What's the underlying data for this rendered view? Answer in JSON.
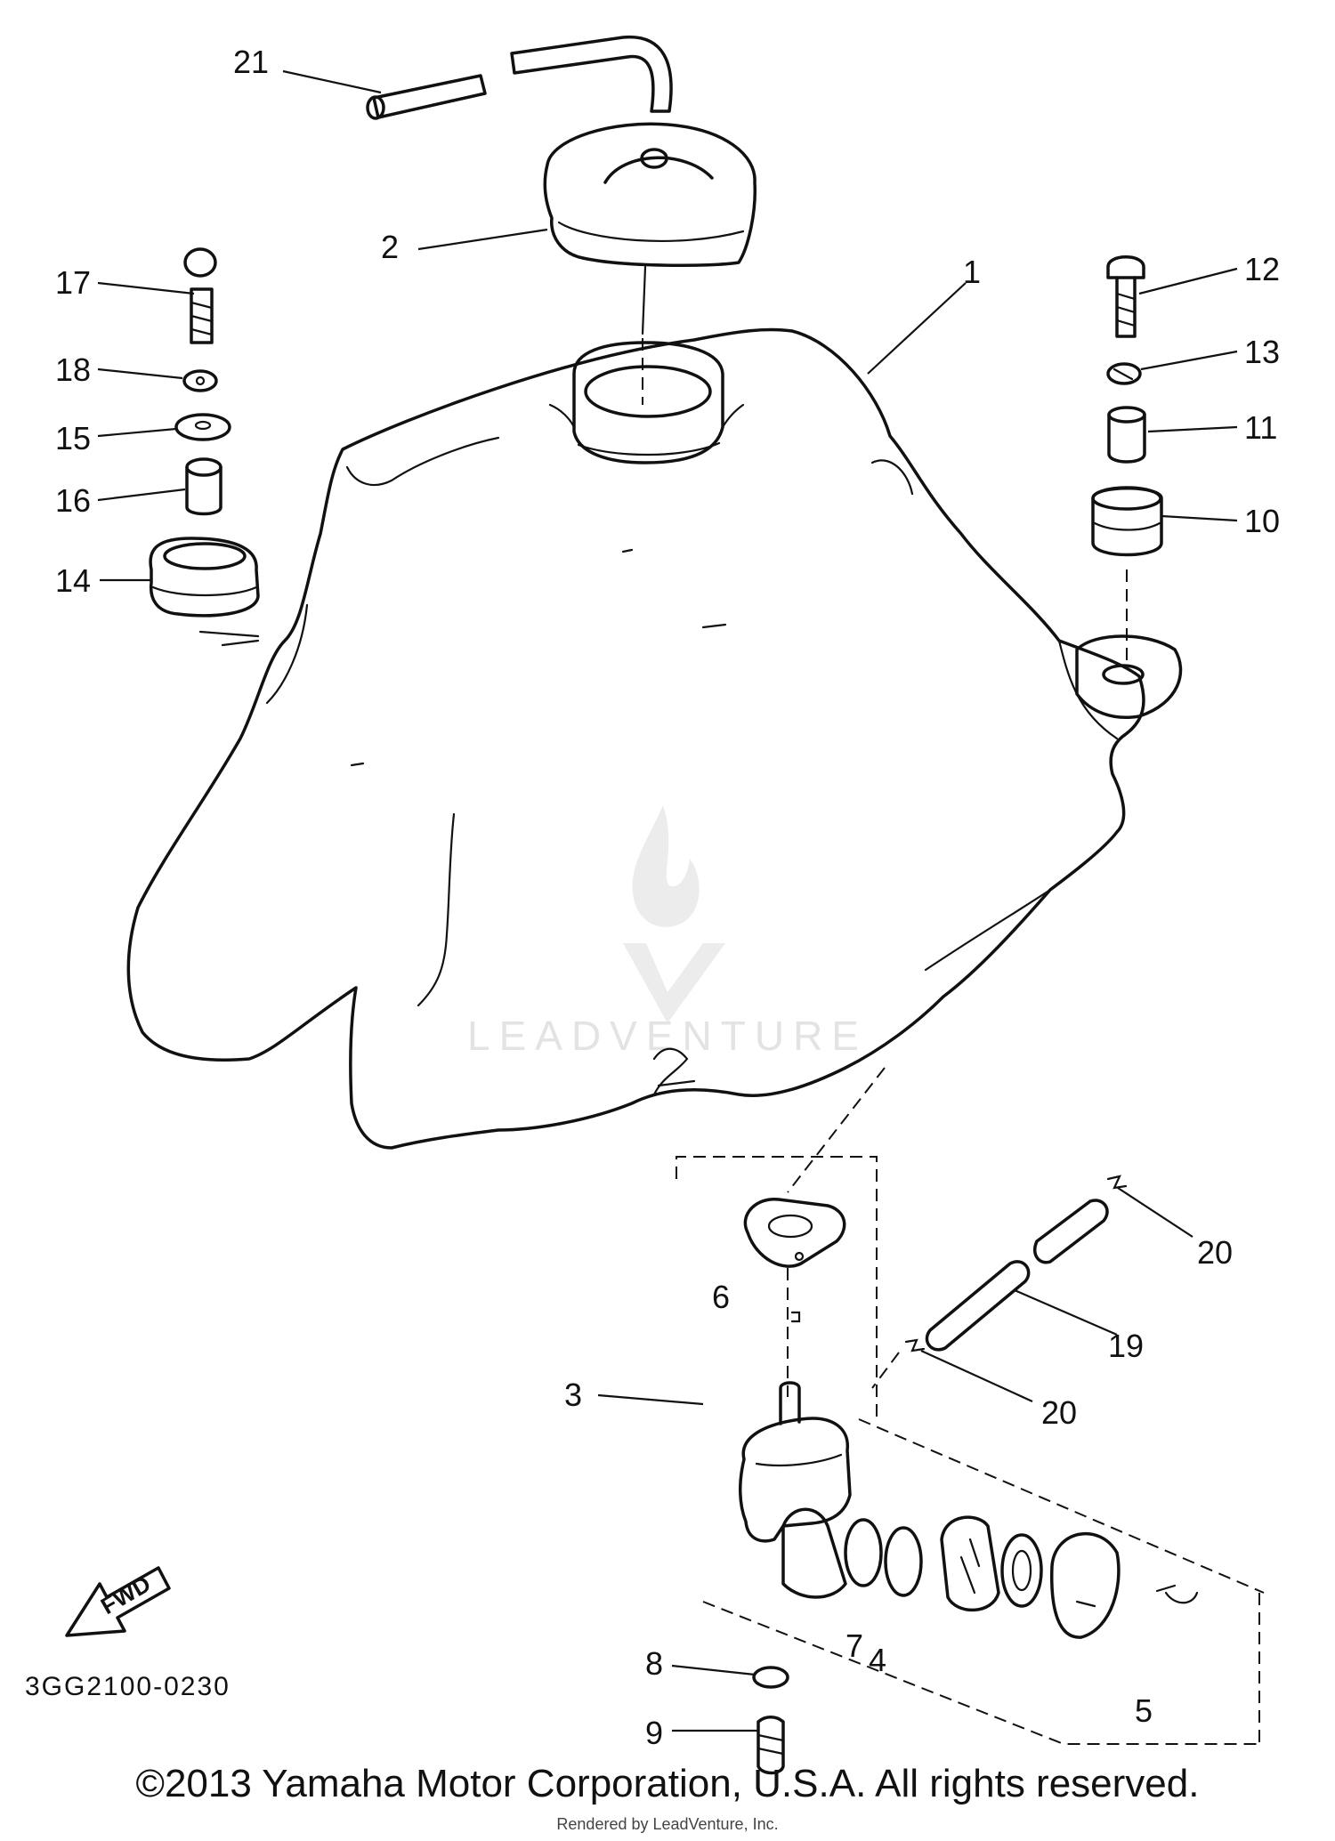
{
  "diagram": {
    "callouts": [
      "1",
      "2",
      "3",
      "4",
      "5",
      "6",
      "7",
      "8",
      "9",
      "10",
      "11",
      "12",
      "13",
      "14",
      "15",
      "16",
      "17",
      "18",
      "19",
      "20",
      "20",
      "21"
    ],
    "diagram_code": "3GG2100-0230",
    "fwd_label": "FWD"
  },
  "watermark": {
    "text": "LEADVENTURE"
  },
  "footer": {
    "copyright": "©2013 Yamaha Motor Corporation, U.S.A. All rights reserved.",
    "rendered_by": "Rendered by LeadVenture, Inc."
  }
}
